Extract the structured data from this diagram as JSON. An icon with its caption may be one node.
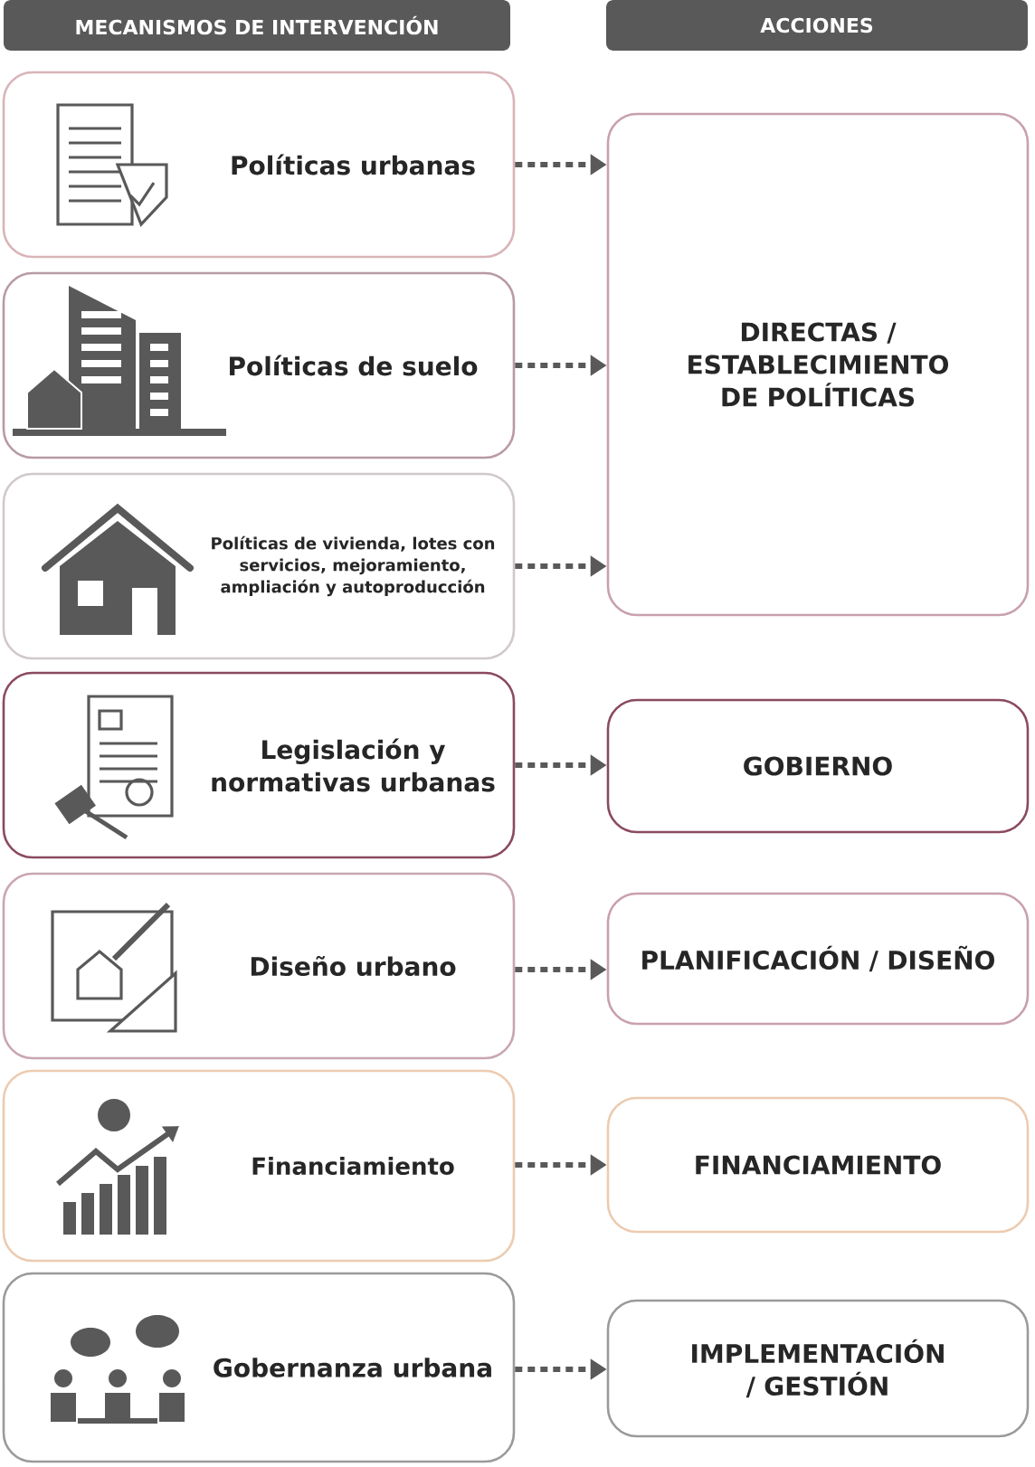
{
  "diagram": {
    "nodes": [
      {
        "text": [
          "MECANISMOS DE INTERVENCIÓN"
        ]
      },
      {
        "text": [
          "ACCIONES"
        ]
      },
      {
        "text": [
          "Políticas urbanas"
        ]
      },
      {
        "text": [
          "Políticas de suelo"
        ]
      },
      {
        "text": [
          "Políticas de vivienda, lotes con servicios, mejoramiento, ampliación y autoproducción"
        ]
      },
      {
        "text": [
          "Legislación y normativas urbanas"
        ]
      },
      {
        "text": [
          "Diseño urbano"
        ]
      },
      {
        "text": [
          "Financiamiento"
        ]
      },
      {
        "text": [
          "Gobernanza urbana"
        ]
      },
      {
        "text": [
          "DIRECTAS / ESTABLECIMIENTO DE POLÍTICAS"
        ]
      },
      {
        "text": [
          "GOBIERNO"
        ]
      },
      {
        "text": [
          "PLANIFICACIÓN / DISEÑO"
        ]
      },
      {
        "text": [
          "FINANCIAMIENTO"
        ]
      },
      {
        "text": [
          "IMPLEMENTACIÓN / GESTIÓN"
        ]
      }
    ],
    "edges": [
      {
        "from": 2,
        "to": 9,
        "arrow": "to"
      },
      {
        "from": 3,
        "to": 9,
        "arrow": "to"
      },
      {
        "from": 4,
        "to": 9,
        "arrow": "to"
      },
      {
        "from": 5,
        "to": 10,
        "arrow": "to"
      },
      {
        "from": 6,
        "to": 11,
        "arrow": "to"
      },
      {
        "from": 7,
        "to": 12,
        "arrow": "to"
      },
      {
        "from": 8,
        "to": 13,
        "arrow": "to"
      }
    ]
  }
}
